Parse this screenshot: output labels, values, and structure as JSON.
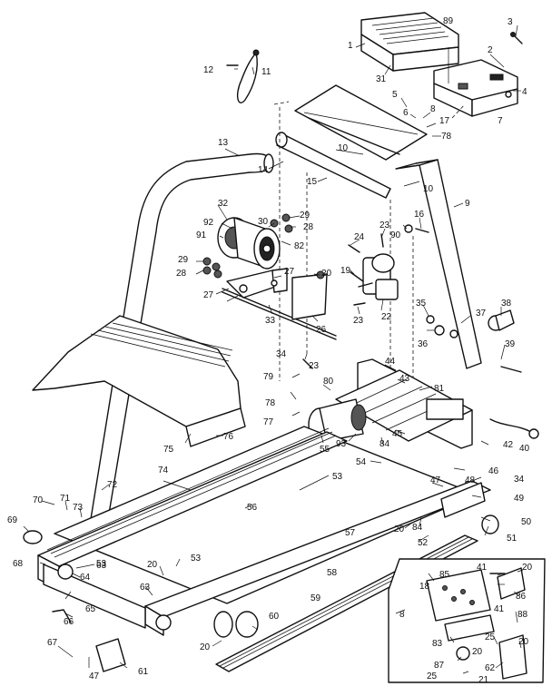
{
  "labels": [
    "1",
    "2",
    "3",
    "4",
    "5",
    "6",
    "7",
    "8",
    "9",
    "10",
    "10",
    "11",
    "12",
    "13",
    "14",
    "15",
    "16",
    "17",
    "18",
    "19",
    "20",
    "20",
    "20",
    "20",
    "20",
    "20",
    "20",
    "21",
    "22",
    "23",
    "23",
    "23",
    "24",
    "25",
    "25",
    "26",
    "27",
    "27",
    "28",
    "28",
    "29",
    "29",
    "30",
    "31",
    "32",
    "33",
    "34",
    "34",
    "35",
    "36",
    "37",
    "38",
    "39",
    "40",
    "41",
    "41",
    "42",
    "43",
    "44",
    "45",
    "46",
    "47",
    "47",
    "48",
    "49",
    "50",
    "51",
    "52",
    "53",
    "53",
    "53",
    "54",
    "55",
    "56",
    "57",
    "58",
    "59",
    "60",
    "61",
    "62",
    "63",
    "63",
    "64",
    "65",
    "66",
    "67",
    "68",
    "69",
    "70",
    "71",
    "72",
    "73",
    "74",
    "75",
    "76",
    "77",
    "78",
    "78",
    "79",
    "80",
    "81",
    "82",
    "83",
    "84",
    "84",
    "85",
    "86",
    "87",
    "88",
    "89",
    "90",
    "91",
    "92",
    "93",
    "8"
  ]
}
